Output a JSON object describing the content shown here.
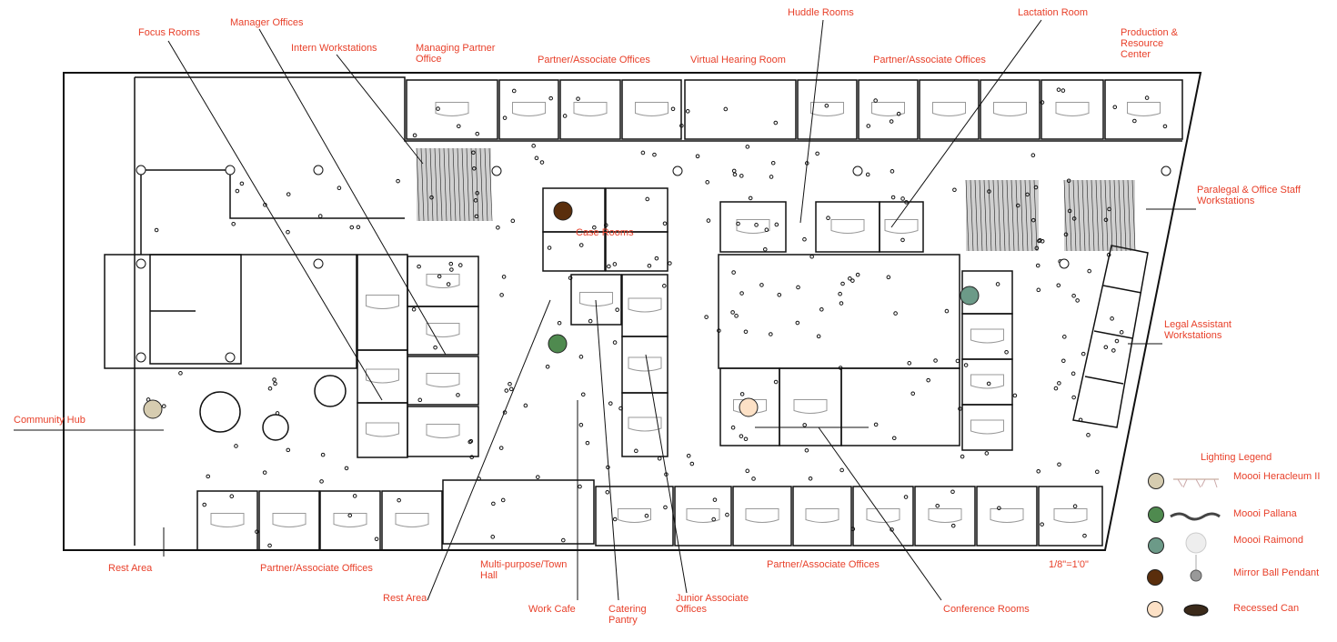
{
  "labels": {
    "focus_rooms": "Focus Rooms",
    "manager_offices": "Manager Offices",
    "intern_workstations": "Intern Workstations",
    "managing_partner_office": "Managing Partner\nOffice",
    "partner_offices_top_left": "Partner/Associate Offices",
    "virtual_hearing_room": "Virtual Hearing Room",
    "huddle_rooms": "Huddle Rooms",
    "partner_offices_top_right": "Partner/Associate Offices",
    "lactation_room": "Lactation Room",
    "production_center": "Production &\nResource\nCenter",
    "paralegal_workstations": "Paralegal & Office Staff\nWorkstations",
    "legal_assistant_workstations": "Legal Assistant\nWorkstations",
    "case_rooms": "Case Rooms",
    "community_hub": "Community Hub",
    "rest_area_left": "Rest Area",
    "partner_offices_bottom_left": "Partner/Associate Offices",
    "multipurpose_town_hall": "Multi-purpose/Town\nHall",
    "rest_area_middle": "Rest Area",
    "work_cafe": "Work Cafe",
    "catering_pantry": "Catering\nPantry",
    "junior_associate_offices": "Junior Associate\nOffices",
    "partner_offices_bottom_right": "Partner/Associate Offices",
    "conference_rooms": "Conference Rooms"
  },
  "scale": "1/8\"=1'0\"",
  "legend": {
    "title": "Lighting Legend",
    "items": [
      {
        "label": "Moooi Heracleum II",
        "color": "#d6ccb0"
      },
      {
        "label": "Moooi Pallana",
        "color": "#4f8a4f"
      },
      {
        "label": "Moooi Raimond",
        "color": "#6c9a88"
      },
      {
        "label": "Mirror Ball Pendant",
        "color": "#5a2e0c"
      },
      {
        "label": "Recessed Can",
        "color": "#fde1c6"
      }
    ]
  }
}
